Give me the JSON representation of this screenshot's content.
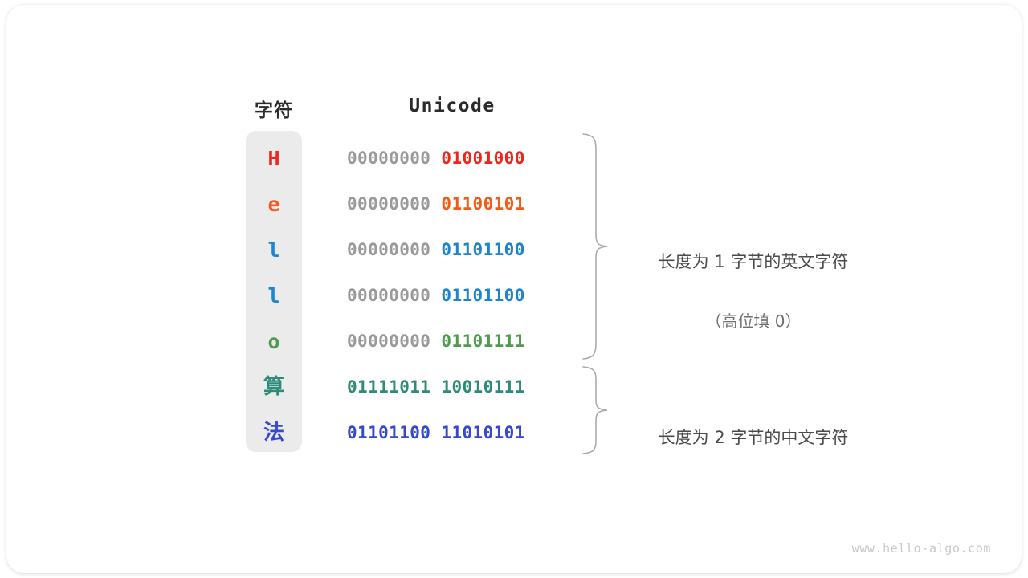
{
  "figure": {
    "headers": {
      "char": "字符",
      "unicode": "Unicode"
    },
    "rows": [
      {
        "char": "H",
        "char_color": "#e8281e",
        "high_byte": "00000000",
        "low_byte": "01001000",
        "low_color": "#e8281e",
        "cjk": false
      },
      {
        "char": "e",
        "char_color": "#f25b19",
        "high_byte": "00000000",
        "low_byte": "01100101",
        "low_color": "#f25b19",
        "cjk": false
      },
      {
        "char": "l",
        "char_color": "#1f84cc",
        "high_byte": "00000000",
        "low_byte": "01101100",
        "low_color": "#1f84cc",
        "cjk": false
      },
      {
        "char": "l",
        "char_color": "#1f84cc",
        "high_byte": "00000000",
        "low_byte": "01101100",
        "low_color": "#1f84cc",
        "cjk": false
      },
      {
        "char": "o",
        "char_color": "#4e9a4e",
        "high_byte": "00000000",
        "low_byte": "01101111",
        "low_color": "#4e9a4e",
        "cjk": false
      },
      {
        "char": "算",
        "char_color": "#2e8b78",
        "high_byte": "01111011",
        "low_byte": "10010111",
        "low_color": "#2e8b78",
        "high_color": "#2e8b78",
        "cjk": true
      },
      {
        "char": "法",
        "char_color": "#3449ce",
        "high_byte": "01101100",
        "low_byte": "11010101",
        "low_color": "#3449ce",
        "high_color": "#3449ce",
        "cjk": true
      }
    ],
    "annotations": [
      {
        "line1": "长度为 1 字节的英文字符",
        "line2": "（高位填 0）"
      },
      {
        "line1": "长度为 2 字节的中文字符",
        "line2": ""
      }
    ],
    "watermark": "www.hello-algo.com",
    "colors": {
      "column_background": "#ebebeb",
      "high_byte_gray": "#9a9a9a",
      "brace_gray": "#aaaaaa",
      "header_text": "#2b2b2b",
      "annotation_text": "#4a4a4a",
      "watermark_text": "#c9c9c9"
    }
  }
}
